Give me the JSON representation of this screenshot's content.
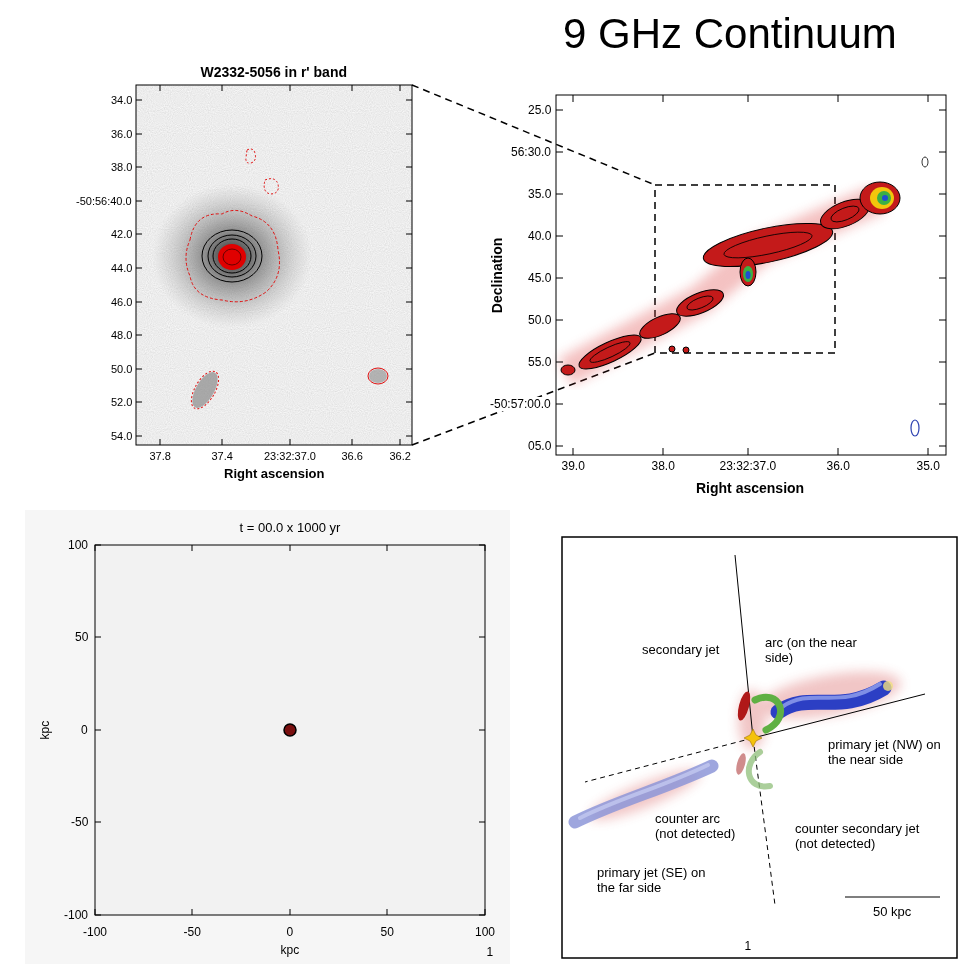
{
  "diagram": {
    "title": "9 GHz Continuum",
    "labels": [
      "W2332-5056 in r' band",
      "34.0",
      "36.0",
      "38.0",
      "-50:56:40.0",
      "42.0",
      "44.0",
      "46.0",
      "48.0",
      "50.0",
      "52.0",
      "54.0",
      "37.8",
      "37.4",
      "23:32:37.0",
      "36.6",
      "36.2",
      "Right ascension",
      "25.0",
      "56:30.0",
      "35.0",
      "40.0",
      "45.0",
      "50.0",
      "55.0",
      "-50:57:00.0",
      "05.0",
      "39.0",
      "38.0",
      "23:32:37.0",
      "36.0",
      "35.0",
      "Right ascension",
      "Declination",
      "t = 00.0 x 1000 yr",
      "100",
      "50",
      "0",
      "-50",
      "-100",
      "kpc",
      "-100",
      "-50",
      "0",
      "50",
      "100",
      "kpc",
      "1",
      "secondary jet",
      "arc (on the near side)",
      "primary jet (NW) on the near side",
      "counter arc (not detected)",
      "counter secondary jet (not detected)",
      "primary jet (SE) on the far side",
      "50 kpc",
      "1"
    ]
  }
}
